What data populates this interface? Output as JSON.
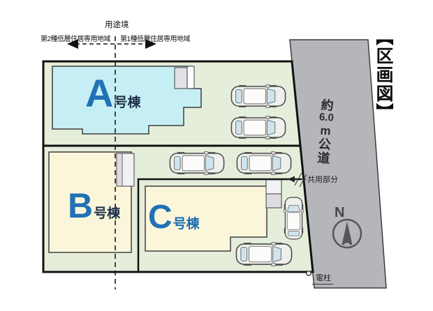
{
  "title": "【区画図】",
  "zoning": {
    "boundary_label": "用途境",
    "left_zone": "第2種低層住居専用地域",
    "right_zone": "第1種低層住居専用地域"
  },
  "buildings": [
    {
      "letter": "A",
      "suffix": "号棟"
    },
    {
      "letter": "B",
      "suffix": "号棟"
    },
    {
      "letter": "C",
      "suffix": "号棟"
    }
  ],
  "road": {
    "full_label": "約6.0m公道",
    "label_parts": [
      "約",
      "6.0",
      "m",
      "公",
      "道"
    ]
  },
  "annotations": {
    "common_area": "共用部分",
    "utility_pole": "電柱",
    "north": "N"
  },
  "colors": {
    "plot_green": "#e5eedb",
    "building_a_fill": "#c6eff5",
    "building_bc_fill": "#fbf6da",
    "porch_gray": "#dcdce2",
    "road_gray": "#b5b6ba",
    "accent_blue": "#2171b5",
    "outline_black": "#111111"
  }
}
